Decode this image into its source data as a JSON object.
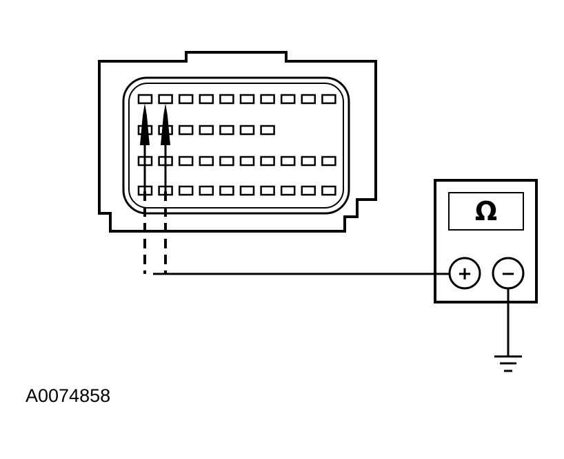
{
  "figure_id": "A0074858",
  "meter": {
    "display_symbol": "Ω",
    "positive_symbol": "+",
    "negative_symbol": "−"
  },
  "colors": {
    "line": "#000000",
    "background": "#ffffff"
  },
  "connector": {
    "pins_per_row": [
      10,
      7,
      10,
      10
    ]
  }
}
